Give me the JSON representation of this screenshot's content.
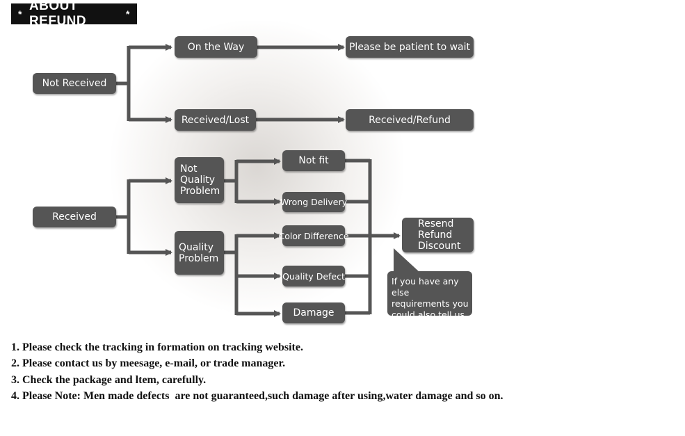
{
  "header": {
    "title": "ABOUT REFUND",
    "star_left": "*",
    "star_right": "*"
  },
  "flow": {
    "not_received": "Not Received",
    "on_the_way": "On the Way",
    "please_wait": "Please be patient to wait",
    "received_lost": "Received/Lost",
    "received_refund": "Received/Refund",
    "received": "Received",
    "not_quality_problem": [
      "Not",
      "Quality",
      "Problem"
    ],
    "quality_problem": [
      "Quality",
      "Problem"
    ],
    "not_fit": "Not fit",
    "wrong_delivery": "Wrong Delivery",
    "color_difference": "Color Difference",
    "quality_defect": "Quality Defect",
    "damage": "Damage",
    "outcomes": [
      "Resend",
      "Refund",
      "Discount"
    ],
    "callout": [
      "If you have any else",
      "requirements you",
      "could also tell us"
    ]
  },
  "notes": [
    "1. Please check the tracking in formation on tracking website.",
    "2. Please contact us by meesage, e-mail, or trade manager.",
    "3. Check the package and ltem, carefully.",
    "4. Please Note: Men made defects  are not guaranteed,such damage after using,water damage and so on."
  ],
  "colors": {
    "box": "#555555",
    "line": "#555555",
    "title_bg": "#111111",
    "text_light": "#ffffff"
  }
}
